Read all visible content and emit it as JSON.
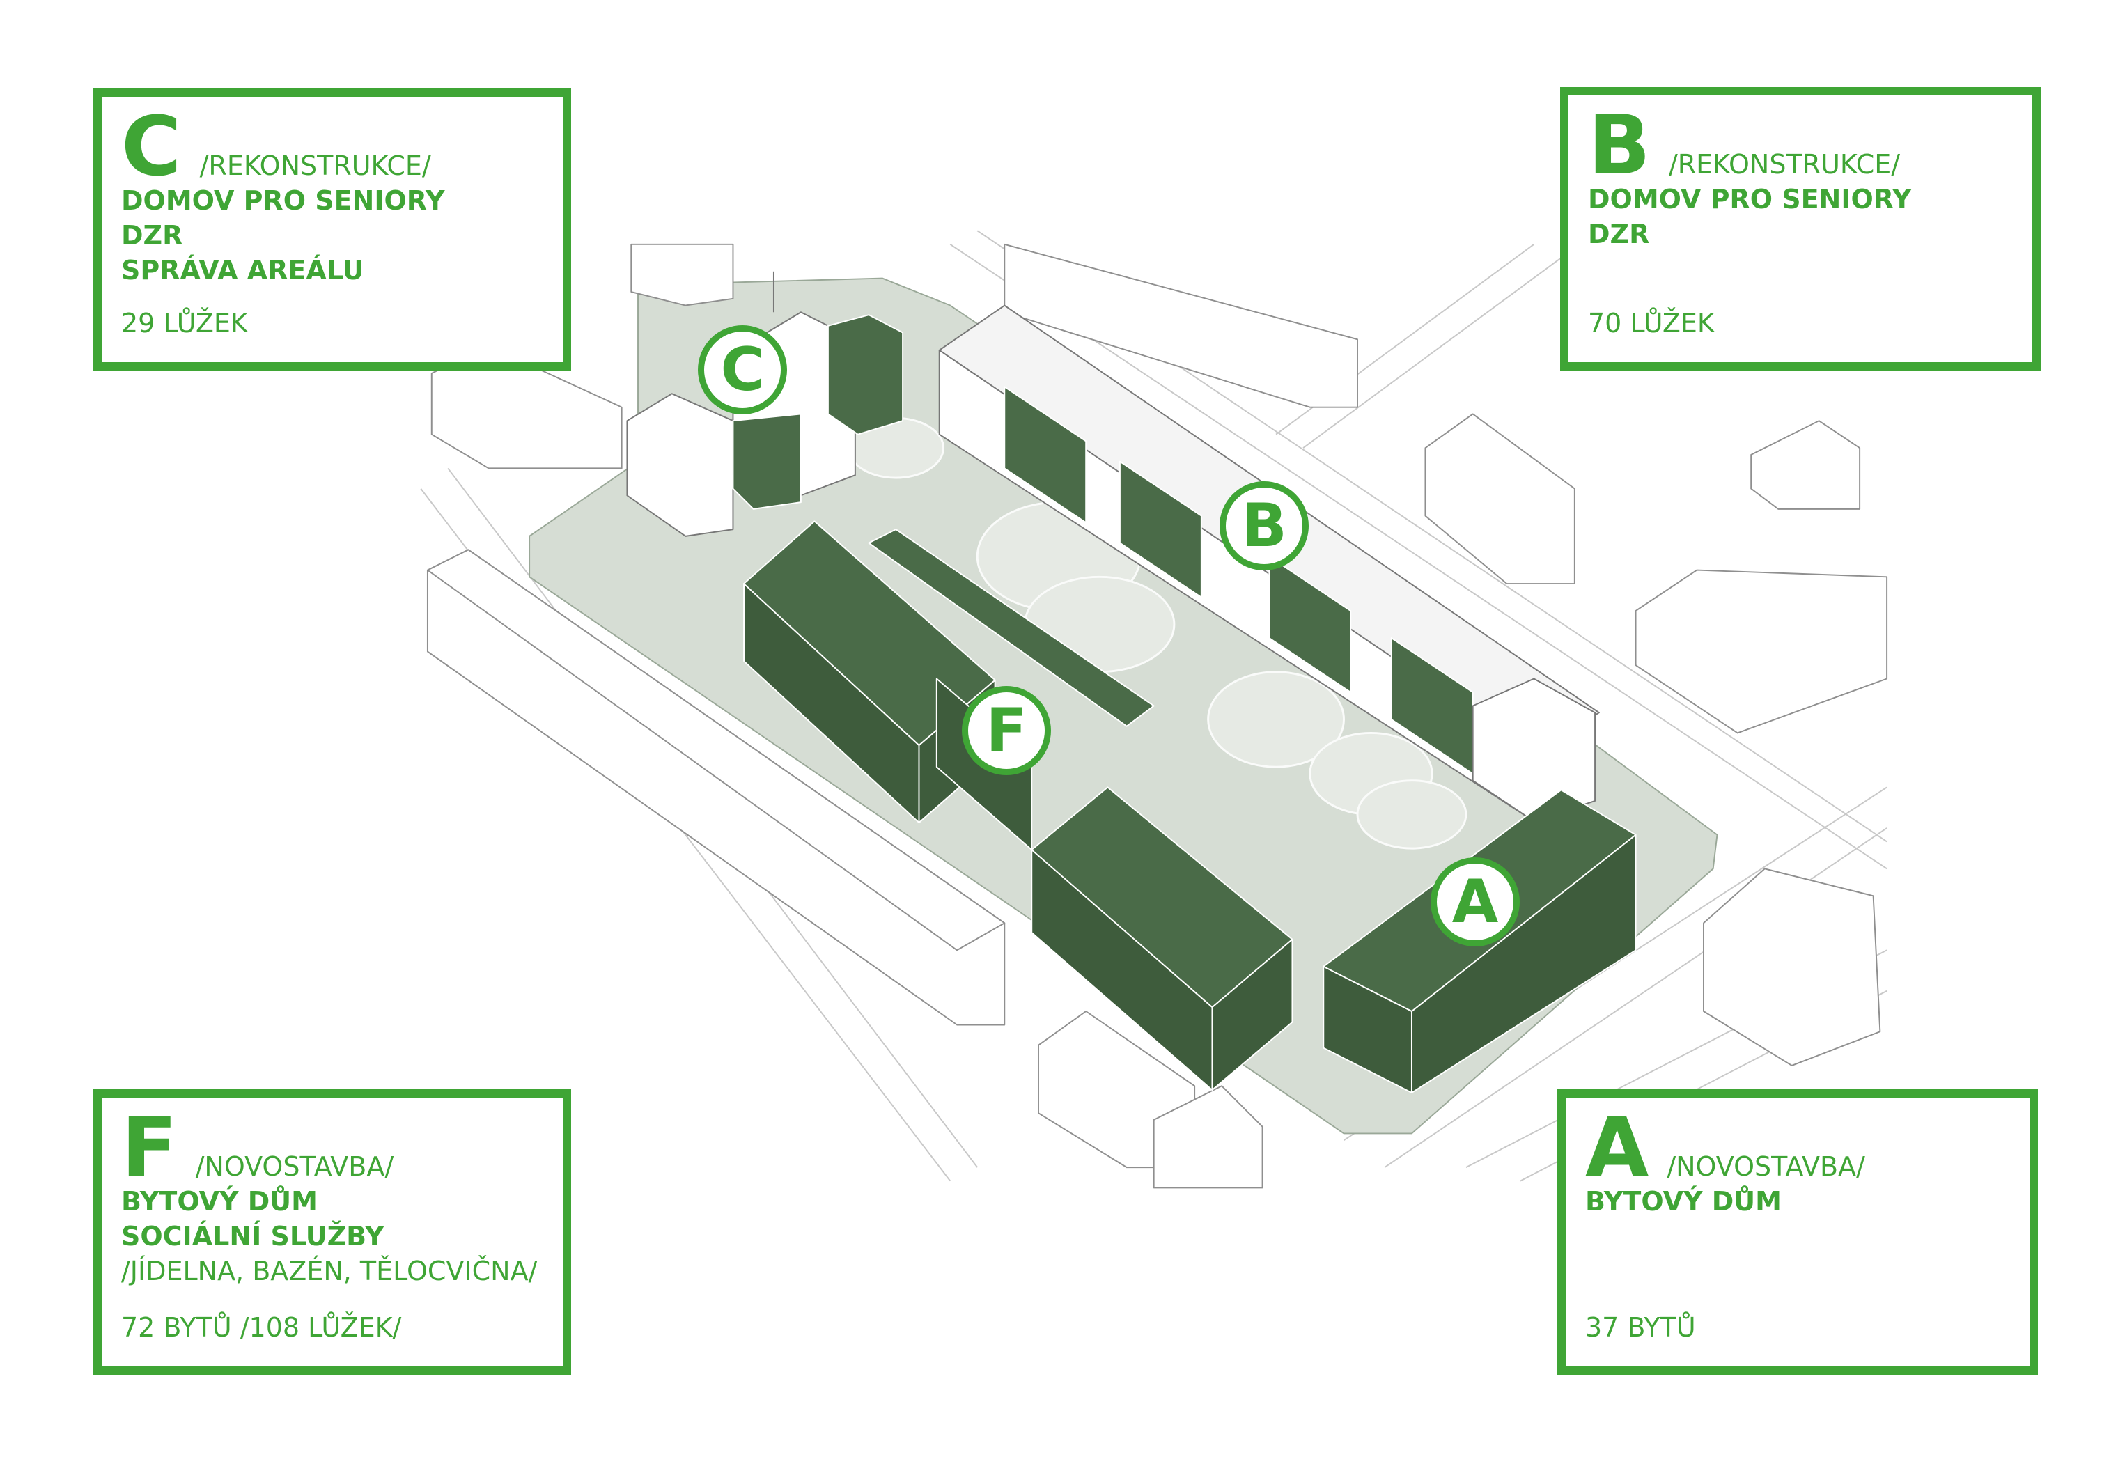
{
  "colors": {
    "accent": "#3fa535",
    "building_new": "#4a6b48",
    "site": "#d6ddd4"
  },
  "boxes": {
    "c": {
      "letter": "C",
      "type": "/REKONSTRUKCE/",
      "lines": [
        "DOMOV PRO SENIORY",
        "DZR",
        "SPRÁVA AREÁLU"
      ],
      "count": "29 LŮŽEK"
    },
    "b": {
      "letter": "B",
      "type": "/REKONSTRUKCE/",
      "lines": [
        "DOMOV PRO SENIORY",
        "DZR"
      ],
      "count": "70 LŮŽEK"
    },
    "f": {
      "letter": "F",
      "type": "/NOVOSTAVBA/",
      "lines": [
        "BYTOVÝ DŮM",
        "SOCIÁLNÍ SLUŽBY"
      ],
      "sub": "/JÍDELNA, BAZÉN, TĚLOCVIČNA/",
      "count": "72 BYTŮ /108 LŮŽEK/"
    },
    "a": {
      "letter": "A",
      "type": "/NOVOSTAVBA/",
      "lines": [
        "BYTOVÝ DŮM"
      ],
      "count": "37 BYTŮ"
    }
  },
  "markers": {
    "c": "C",
    "b": "B",
    "f": "F",
    "a": "A"
  }
}
